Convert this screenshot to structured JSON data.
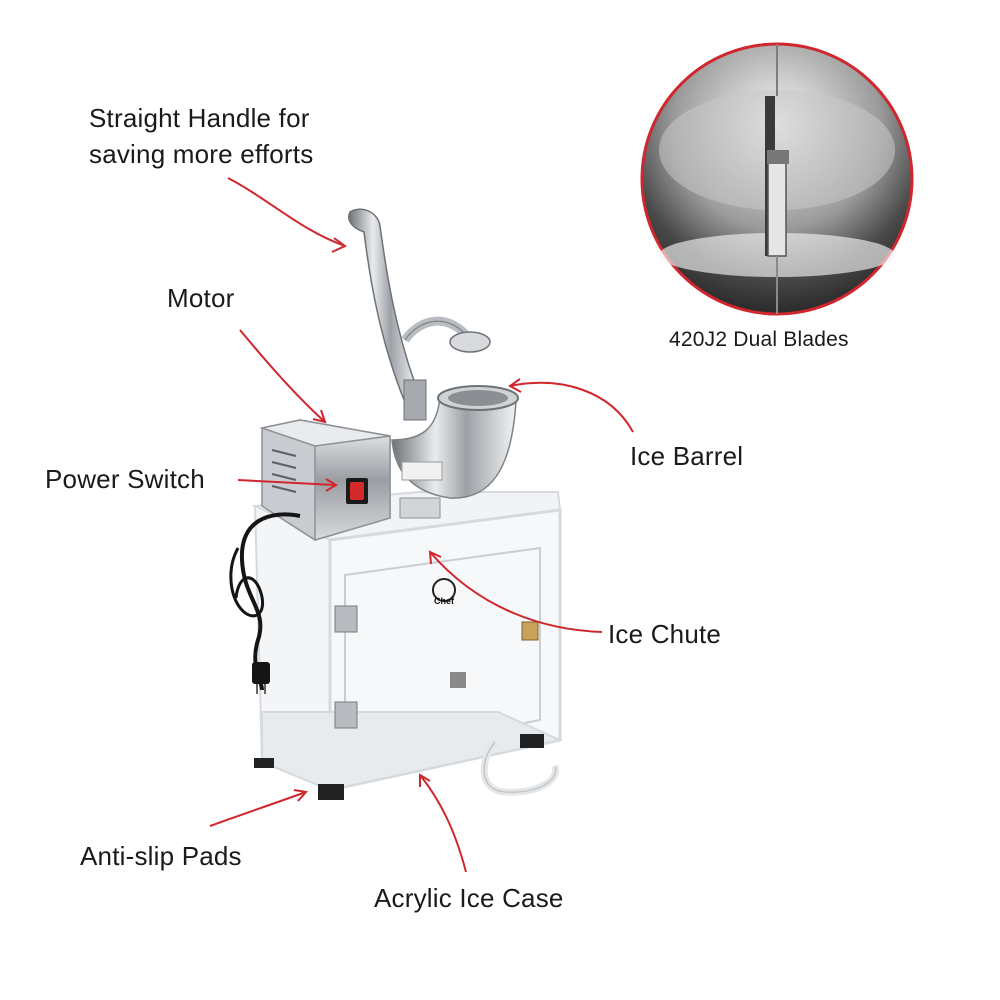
{
  "labels": {
    "handle_line1": "Straight Handle for",
    "handle_line2": "saving more efforts",
    "motor": "Motor",
    "power_switch": "Power Switch",
    "blades": "420J2 Dual Blades",
    "ice_barrel": "Ice Barrel",
    "ice_chute": "Ice Chute",
    "anti_slip": "Anti-slip Pads",
    "acrylic_case": "Acrylic Ice Case",
    "logo_text": "Chef"
  },
  "colors": {
    "callout_arrow": "#d0262d",
    "steel": "#b9bdc2",
    "acrylic_edge": "#dfe3e7",
    "switch_red": "#d42a2a",
    "cord": "#151515"
  }
}
